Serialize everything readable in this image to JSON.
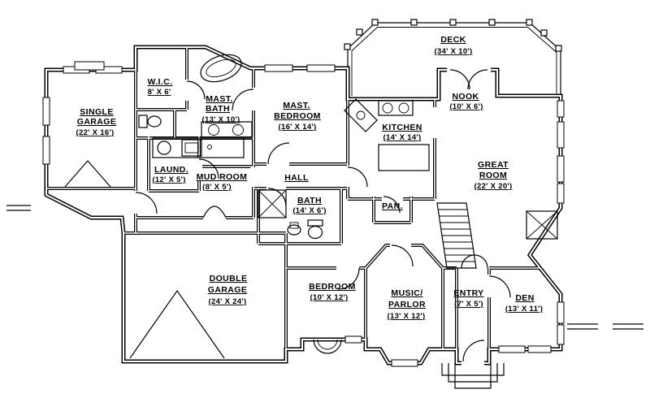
{
  "colors": {
    "ink": "#000000",
    "paper": "#ffffff"
  },
  "rooms": {
    "single_garage": {
      "name1": "SINGLE",
      "name2": "GARAGE",
      "dims": "(22' X 16')"
    },
    "wic": {
      "name1": "W.I.C.",
      "dims": "8' X 6'"
    },
    "mast_bath": {
      "name1": "MAST.",
      "name2": "BATH",
      "dims": "(13' X 10')"
    },
    "mast_bedroom": {
      "name1": "MAST.",
      "name2": "BEDROOM",
      "dims": "(16' X 14')"
    },
    "laundry": {
      "name1": "LAUND.",
      "dims": "(12' X 5')"
    },
    "mud_room": {
      "name1": "MUD ROOM",
      "dims": "(8' X 5')"
    },
    "hall": {
      "name1": "HALL"
    },
    "bath": {
      "name1": "BATH",
      "dims": "(14' X 6')"
    },
    "kitchen": {
      "name1": "KITCHEN",
      "dims": "(14' X 14')"
    },
    "nook": {
      "name1": "NOOK",
      "dims": "(10' X 6')"
    },
    "deck": {
      "name1": "DECK",
      "dims": "(34' X 10')"
    },
    "great_room": {
      "name1": "GREAT",
      "name2": "ROOM",
      "dims": "(22' X 20')"
    },
    "pantry": {
      "name1": "PAN."
    },
    "double_garage": {
      "name1": "DOUBLE",
      "name2": "GARAGE",
      "dims": "(24' X 24')"
    },
    "bedroom": {
      "name1": "BEDROOM",
      "dims": "(10' X 12')"
    },
    "music_parlor": {
      "name1": "MUSIC/",
      "name2": "PARLOR",
      "dims": "(13' X 12')"
    },
    "entry": {
      "name1": "ENTRY",
      "dims": "(7' X 5')"
    },
    "den": {
      "name1": "DEN",
      "dims": "(13' X 11')"
    }
  }
}
